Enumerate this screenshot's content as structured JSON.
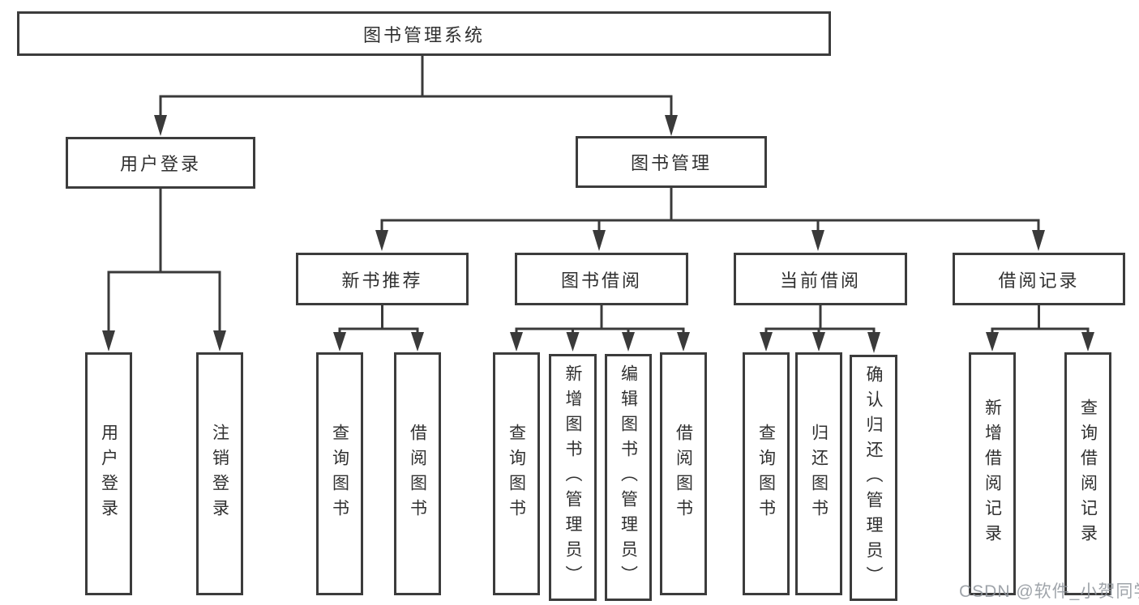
{
  "diagram": {
    "type": "hierarchy-tree",
    "orientation": "top-down",
    "colors": {
      "background": "#ffffff",
      "box_border": "#3c3c3c",
      "connector_line": "#3a3a3a",
      "text": "#303030",
      "watermark_text": "#8e949b"
    }
  },
  "tree": {
    "label": "图书管理系统",
    "children": [
      {
        "label": "用户登录",
        "children": [
          {
            "label": "用户登录"
          },
          {
            "label": "注销登录"
          }
        ]
      },
      {
        "label": "图书管理",
        "children": [
          {
            "label": "新书推荐",
            "children": [
              {
                "label": "查询图书"
              },
              {
                "label": "借阅图书"
              }
            ]
          },
          {
            "label": "图书借阅",
            "children": [
              {
                "label": "查询图书"
              },
              {
                "label": "新增图书（管理员）"
              },
              {
                "label": "编辑图书（管理员）"
              },
              {
                "label": "借阅图书"
              }
            ]
          },
          {
            "label": "当前借阅",
            "children": [
              {
                "label": "查询图书"
              },
              {
                "label": "归还图书"
              },
              {
                "label": "确认归还（管理员）"
              }
            ]
          },
          {
            "label": "借阅记录",
            "children": [
              {
                "label": "新增借阅记录"
              },
              {
                "label": "查询借阅记录"
              }
            ]
          }
        ]
      }
    ]
  },
  "watermark": {
    "text": "CSDN @软件_小贺同学"
  }
}
